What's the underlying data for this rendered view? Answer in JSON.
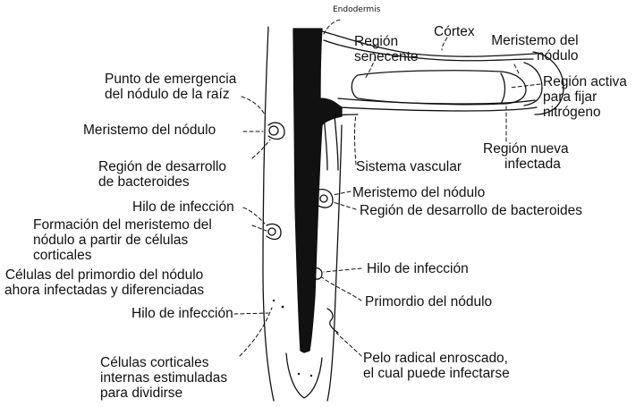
{
  "colors": {
    "ink": "#111111",
    "background": "#ffffff"
  },
  "labels": {
    "endodermis": "Endodermis",
    "cortex": "Córtex",
    "region_senescente": [
      "Región",
      "senecente"
    ],
    "meristemo_nodulo_top": [
      "Meristemo del",
      "nódulo"
    ],
    "region_activa": [
      "Región activa",
      "para fijar",
      "nitrógeno"
    ],
    "region_nueva": [
      "Región nueva",
      "infectada"
    ],
    "punto_emergencia": [
      "Punto de emergencia",
      "del nódulo de la raíz"
    ],
    "meristemo_nodulo_left": "Meristemo del nódulo",
    "region_desarrollo_left": [
      "Región de desarrollo",
      "de bacteroides"
    ],
    "sistema_vascular": "Sistema vascular",
    "meristemo_nodulo_right": "Meristemo del nódulo",
    "region_desarrollo_right": "Región de desarrollo de bacteroides",
    "hilo_infeccion_1": "Hilo de infección",
    "formacion_meristemo": [
      "Formación del meristemo del",
      "nódulo a partir de células",
      "corticales"
    ],
    "hilo_infeccion_right": "Hilo de infección",
    "celulas_primordio": [
      "Células del primordio del nódulo",
      "ahora infectadas y diferenciadas"
    ],
    "primordio_nodulo": "Primordio del nódulo",
    "hilo_infeccion_2": "Hilo de infección",
    "celulas_corticales": [
      "Células corticales",
      "internas estimuladas",
      "para dividirse"
    ],
    "pelo_radical": [
      "Pelo radical enroscado,",
      "el cual puede infectarse"
    ]
  }
}
